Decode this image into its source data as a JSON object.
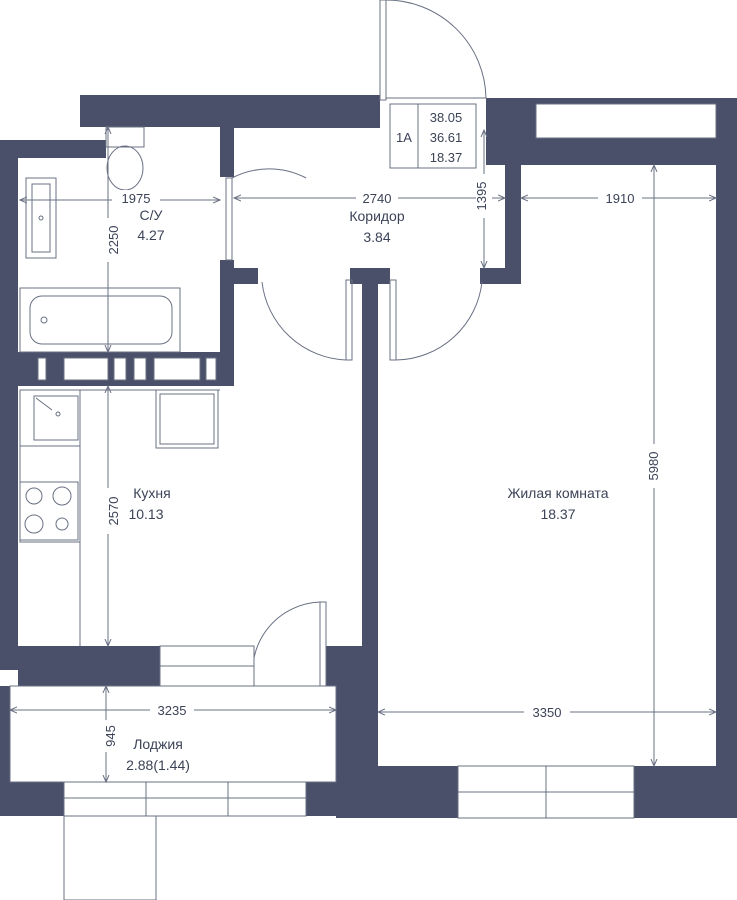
{
  "unit_type": "1A",
  "totals": [
    "38.05",
    "36.61",
    "18.37"
  ],
  "rooms": {
    "bathroom": {
      "name": "С/У",
      "area": "4.27"
    },
    "corridor": {
      "name": "Коридор",
      "area": "3.84"
    },
    "kitchen": {
      "name": "Кухня",
      "area": "10.13"
    },
    "living": {
      "name": "Жилая комната",
      "area": "18.37"
    },
    "loggia": {
      "name": "Лоджия",
      "area": "2.88(1.44)"
    }
  },
  "dimensions": {
    "bathroom_width": "1975",
    "bathroom_depth": "2250",
    "corridor_width": "2740",
    "corridor_depth": "1395",
    "living_top_width": "1910",
    "living_depth": "5980",
    "kitchen_depth": "2570",
    "loggia_width": "3235",
    "loggia_depth": "945",
    "living_width": "3350"
  },
  "colors": {
    "wall": "#4a5069",
    "line": "#6a7083",
    "text": "#3c4357"
  }
}
